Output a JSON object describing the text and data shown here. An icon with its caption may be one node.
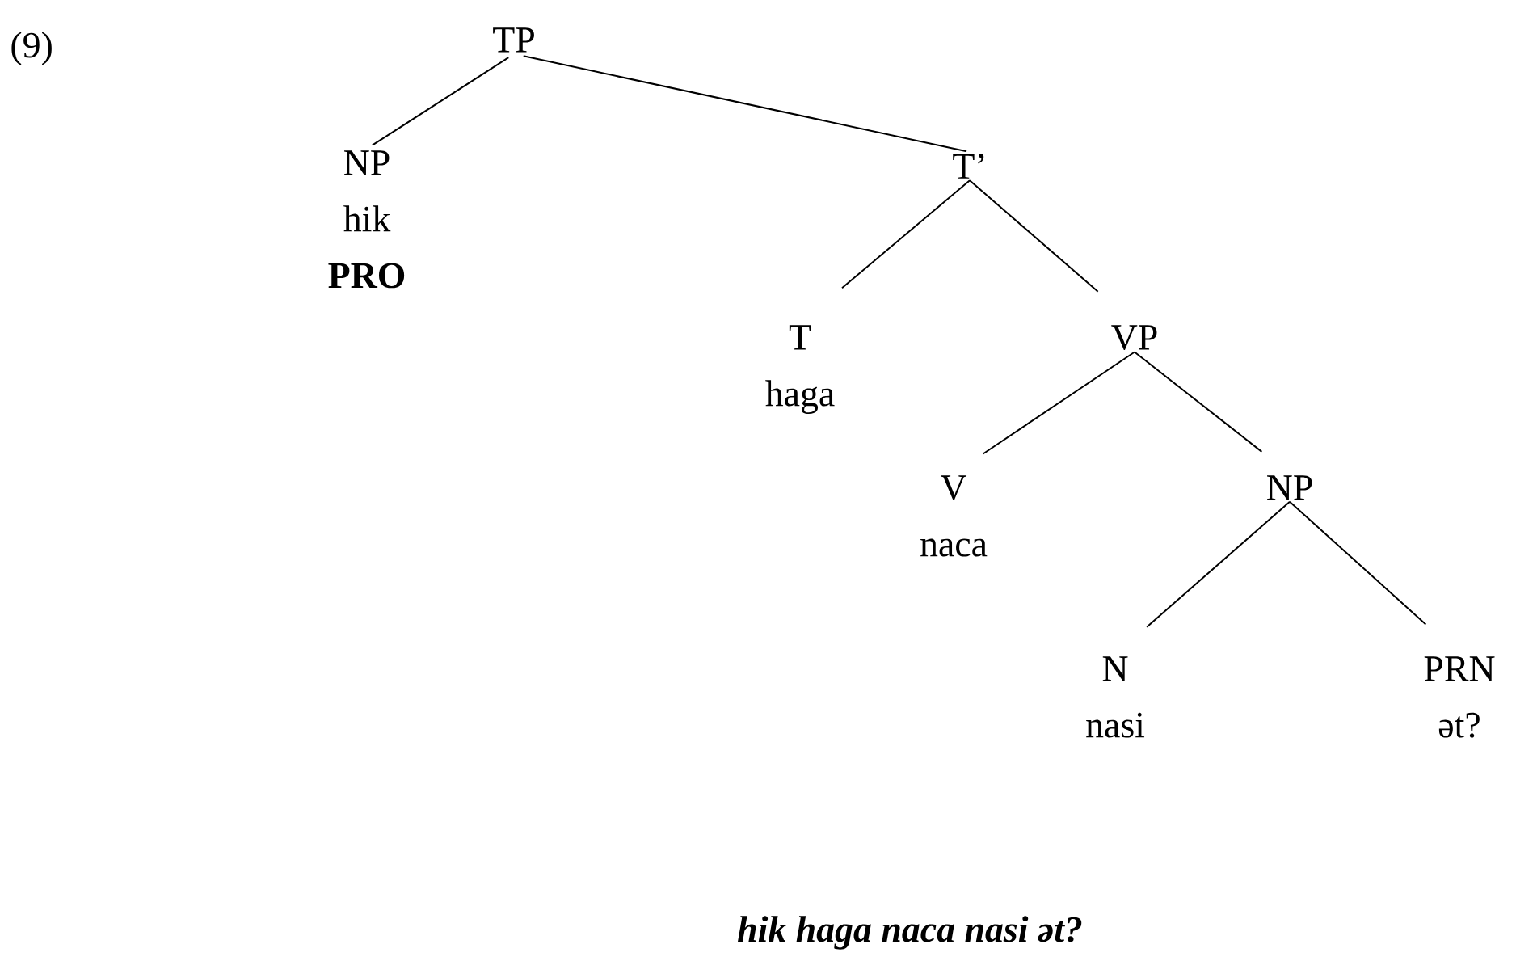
{
  "diagram": {
    "nodes": [
      {
        "text": [
          "TP"
        ]
      },
      {
        "text": [
          "NP",
          "hik",
          "PRO"
        ]
      },
      {
        "text": [
          "T’"
        ]
      },
      {
        "text": [
          "T",
          "haga"
        ]
      },
      {
        "text": [
          "VP"
        ]
      },
      {
        "text": [
          "V",
          "naca"
        ]
      },
      {
        "text": [
          "NP"
        ]
      },
      {
        "text": [
          "N",
          "nasi"
        ]
      },
      {
        "text": [
          "PRN",
          "ət?"
        ]
      }
    ],
    "edges": [
      {
        "from": 0,
        "to": 1,
        "arrow": "none"
      },
      {
        "from": 0,
        "to": 2,
        "arrow": "none"
      },
      {
        "from": 2,
        "to": 3,
        "arrow": "none"
      },
      {
        "from": 2,
        "to": 4,
        "arrow": "none"
      },
      {
        "from": 4,
        "to": 5,
        "arrow": "none"
      },
      {
        "from": 4,
        "to": 6,
        "arrow": "none"
      },
      {
        "from": 6,
        "to": 7,
        "arrow": "none"
      },
      {
        "from": 6,
        "to": 8,
        "arrow": "none"
      }
    ],
    "labels": [
      "(9)"
    ],
    "caption": "hik haga naca nasi ət?"
  }
}
